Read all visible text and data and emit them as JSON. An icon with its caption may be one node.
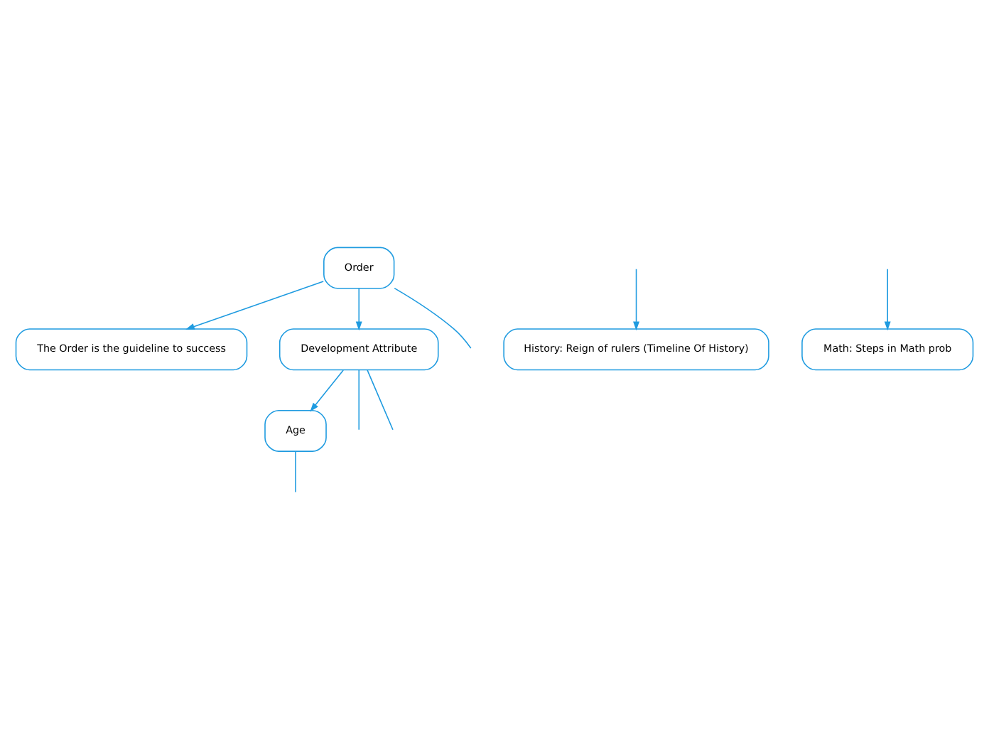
{
  "diagram": {
    "nodes": [
      {
        "text": [
          "Order"
        ]
      },
      {
        "text": [
          "The Order is the guideline to success"
        ]
      },
      {
        "text": [
          "Development Attribute"
        ]
      },
      {
        "text": [
          "History: Reign of rulers (Timeline Of History)"
        ]
      },
      {
        "text": [
          "Age"
        ]
      },
      {
        "text": [
          "Math: Steps in Math prob"
        ]
      }
    ],
    "edges": [
      {
        "from": 0,
        "to": 2,
        "arrow": "to"
      },
      {
        "from": 0,
        "to": 1,
        "arrow": "to"
      },
      {
        "from": 0,
        "to": null,
        "arrow": "none"
      },
      {
        "from": 2,
        "to": null,
        "arrow": "none"
      },
      {
        "from": 2,
        "to": null,
        "arrow": "none"
      },
      {
        "from": 2,
        "to": 4,
        "arrow": "to"
      },
      {
        "from": 4,
        "to": null,
        "arrow": "none"
      },
      {
        "from": null,
        "to": 3,
        "arrow": "to"
      },
      {
        "from": null,
        "to": 5,
        "arrow": "to"
      }
    ]
  }
}
